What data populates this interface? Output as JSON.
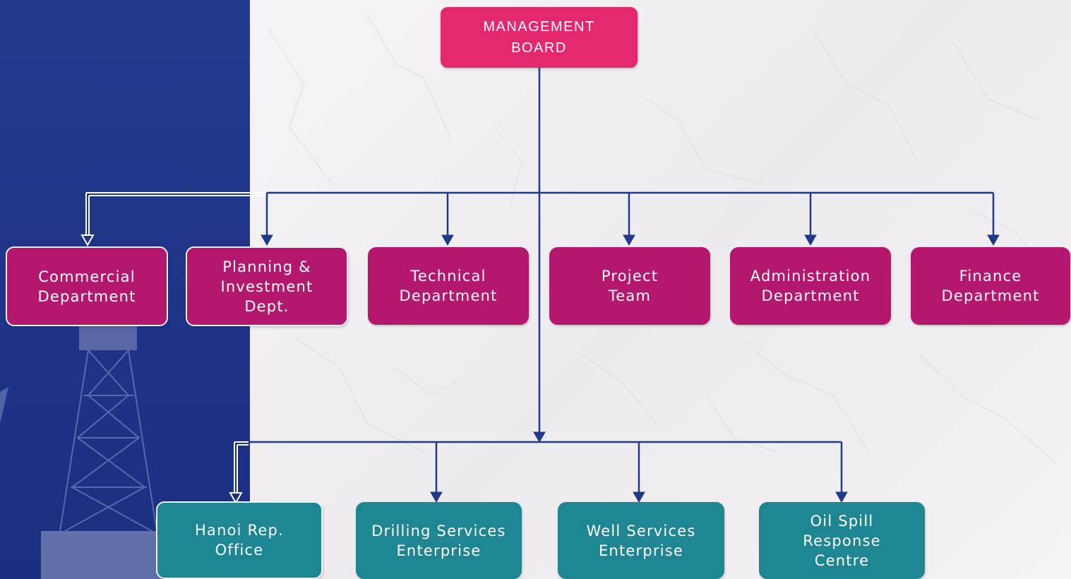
{
  "colors": {
    "management": "#e3286e",
    "department": "#b3176e",
    "unit": "#1e8592",
    "connector": "#1f3a8a",
    "left_panel": "#233a8f"
  },
  "management": {
    "label": "MANAGEMENT\nBOARD"
  },
  "departments": [
    {
      "label": "Commercial\nDepartment"
    },
    {
      "label": "Planning &\nInvestment\nDept."
    },
    {
      "label": "Technical\nDepartment"
    },
    {
      "label": "Project\nTeam"
    },
    {
      "label": "Administration\nDepartment"
    },
    {
      "label": "Finance\nDepartment"
    }
  ],
  "units": [
    {
      "label": "Hanoi Rep.\nOffice"
    },
    {
      "label": "Drilling Services\nEnterprise"
    },
    {
      "label": "Well Services\nEnterprise"
    },
    {
      "label": "Oil Spill\nResponse\nCentre"
    }
  ]
}
